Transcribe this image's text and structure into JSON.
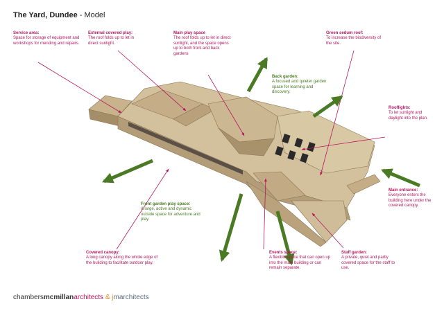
{
  "title": {
    "main": "The Yard, Dundee",
    "sep": " - ",
    "sub": "Model"
  },
  "colors": {
    "magenta": "#b5175f",
    "green": "#4a7a23",
    "card": "#c9b38c",
    "card_dark": "#a48e67",
    "card_light": "#ddccaa"
  },
  "annotations": {
    "service": {
      "heading": "Service area:",
      "body": "Space for storage of equipment and workshops for mending and repairs."
    },
    "ext_covered": {
      "heading": "External covered play:",
      "body": "The roof folds up to let in direct sunlight."
    },
    "main_play": {
      "heading": "Main play space",
      "body": "The roof folds up to let in direct sunlight, and the space opens up to both front and back gardens"
    },
    "green_roof": {
      "heading": "Green sedum roof:",
      "body": "To increase the biodiversity of the site."
    },
    "back_garden": {
      "heading": "Back garden:",
      "body": "A focused and quieter garden space for learning and discovery."
    },
    "rooflights": {
      "heading": "Rooflights:",
      "body": "To let sunlight and daylight into the plan."
    },
    "main_entrance": {
      "heading": "Main entrance:",
      "body": "Everyone enters the building here under the covered canopy."
    },
    "front_garden": {
      "heading": "Front garden play space:",
      "body": "A large, active and dynamic outside space for adventure and play."
    },
    "staff_garden": {
      "heading": "Staff garden:",
      "body": "A private, quiet and partly covered space for the staff to use."
    },
    "events": {
      "heading": "Events space:",
      "body": "A flexible space that can open up into the main building or can remain separate."
    },
    "canopy": {
      "heading": "Covered canopy:",
      "body": "A long canopy along the whole edge of the building to facilitate outdoor play."
    }
  },
  "footer": {
    "p1": "chambers",
    "p2": "mcmillan",
    "p3": "architects",
    "p4": " & j",
    "p5": "marchitects"
  }
}
